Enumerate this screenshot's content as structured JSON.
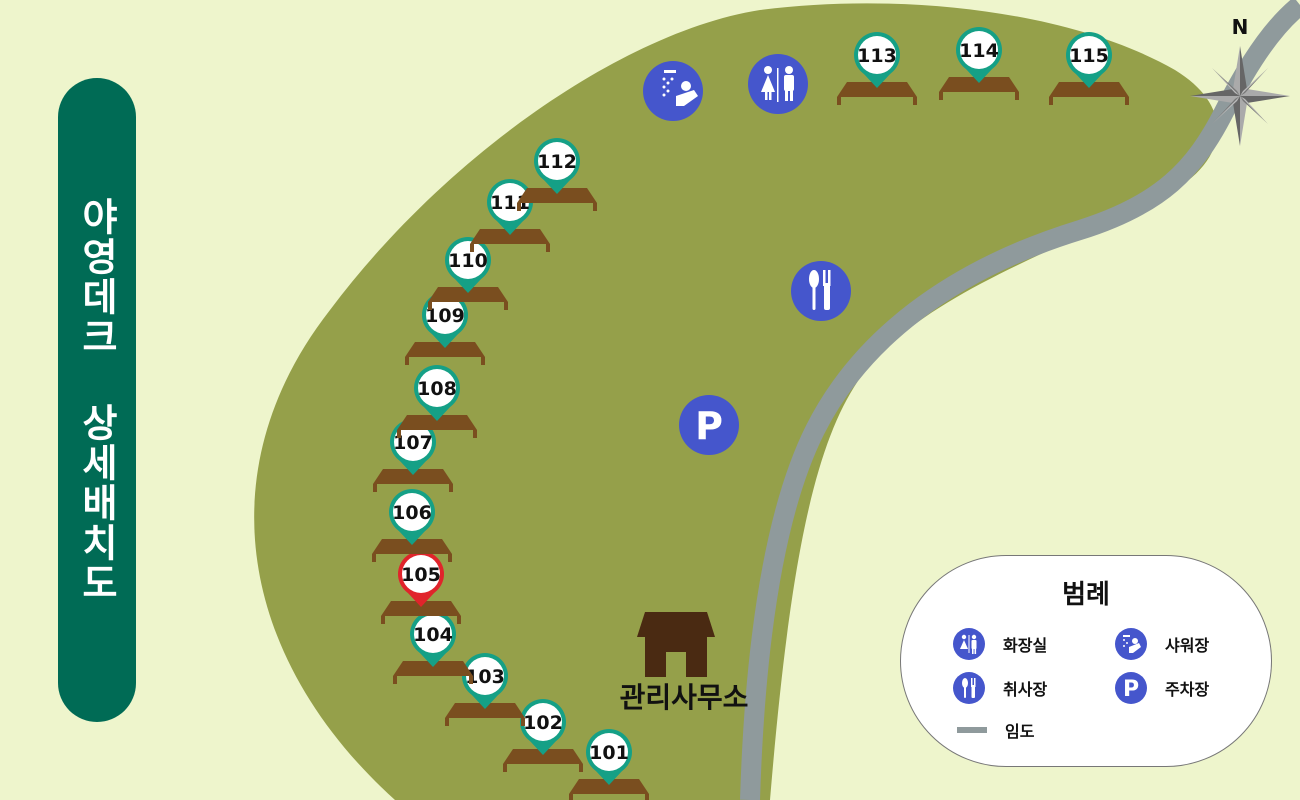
{
  "title": "야영데크 상세배치도",
  "compass": {
    "north_label": "N"
  },
  "office": {
    "label": "관리사무소"
  },
  "decks": [
    {
      "id": "101",
      "selected": false
    },
    {
      "id": "102",
      "selected": false
    },
    {
      "id": "103",
      "selected": false
    },
    {
      "id": "104",
      "selected": false
    },
    {
      "id": "105",
      "selected": true
    },
    {
      "id": "106",
      "selected": false
    },
    {
      "id": "107",
      "selected": false
    },
    {
      "id": "108",
      "selected": false
    },
    {
      "id": "109",
      "selected": false
    },
    {
      "id": "110",
      "selected": false
    },
    {
      "id": "111",
      "selected": false
    },
    {
      "id": "112",
      "selected": false
    },
    {
      "id": "113",
      "selected": false
    },
    {
      "id": "114",
      "selected": false
    },
    {
      "id": "115",
      "selected": false
    }
  ],
  "facilities": {
    "shower": {
      "icon": "shower-icon"
    },
    "restroom": {
      "icon": "restroom-icon"
    },
    "cooking": {
      "icon": "utensils-icon"
    },
    "parking": {
      "icon": "parking-icon",
      "glyph": "P"
    }
  },
  "legend": {
    "title": "범례",
    "items": {
      "restroom": "화장실",
      "shower": "샤워장",
      "cooking": "취사장",
      "parking": "주차장",
      "road": "임도"
    }
  },
  "colors": {
    "background": "#eef5cc",
    "area": "#95a04a",
    "road": "#8f9a9c",
    "marker_default": "#15a086",
    "marker_selected": "#e0242b",
    "deck": "#7a4e1f",
    "facility_icon": "#4556cc",
    "title_bg": "#006b55",
    "office": "#4a2a12"
  }
}
